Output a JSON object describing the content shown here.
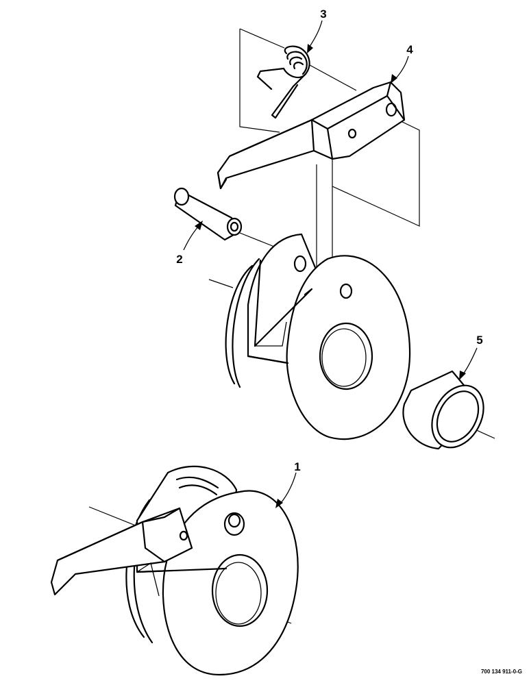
{
  "callouts": {
    "c1": "1",
    "c2": "2",
    "c3": "3",
    "c4": "4",
    "c5": "5"
  },
  "drawing_number": "700 134 911-0-G"
}
